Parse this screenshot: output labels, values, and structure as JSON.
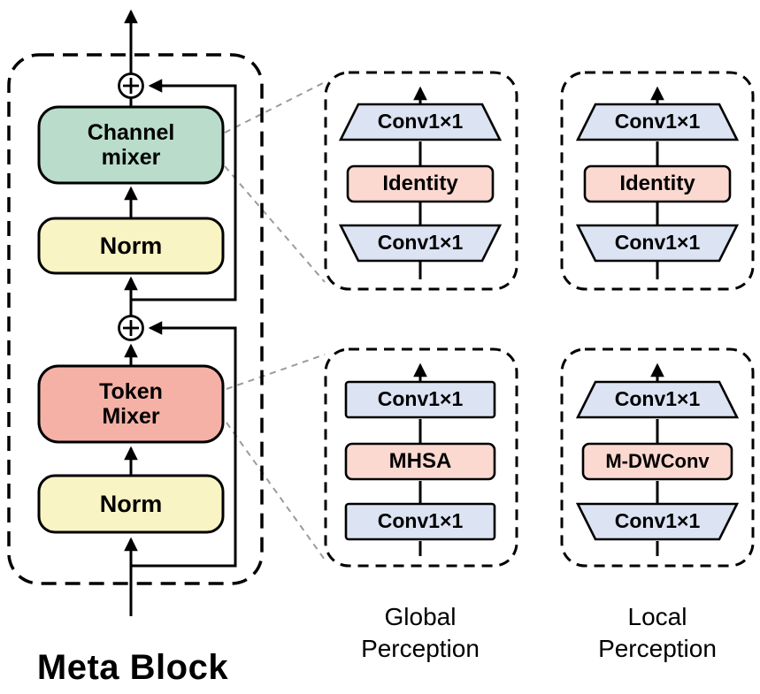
{
  "meta_block": {
    "title": "Meta Block",
    "channel_mixer": {
      "line1": "Channel",
      "line2": "mixer"
    },
    "norm_top": "Norm",
    "token_mixer": {
      "line1": "Token",
      "line2": "Mixer"
    },
    "norm_bottom": "Norm"
  },
  "global": {
    "label": {
      "line1": "Global",
      "line2": "Perception"
    },
    "channel_expand": {
      "conv_top": "Conv1×1",
      "middle": "Identity",
      "conv_bottom": "Conv1×1"
    },
    "token_expand": {
      "conv_top": "Conv1×1",
      "middle": "MHSA",
      "conv_bottom": "Conv1×1"
    }
  },
  "local": {
    "label": {
      "line1": "Local",
      "line2": "Perception"
    },
    "channel_expand": {
      "conv_top": "Conv1×1",
      "middle": "Identity",
      "conv_bottom": "Conv1×1"
    },
    "token_expand": {
      "conv_top": "Conv1×1",
      "middle": "M-DWConv",
      "conv_bottom": "Conv1×1"
    }
  },
  "symbols": {
    "residual_add": "⊕"
  },
  "colors": {
    "channel_mixer": "#b9dccb",
    "norm": "#f9f4c3",
    "token_mixer": "#f5b1a6",
    "inner_pink": "#fbd9d1",
    "conv_blue": "#dce3f3",
    "outline_black": "#000000",
    "connector_gray": "#9b9b9b"
  }
}
